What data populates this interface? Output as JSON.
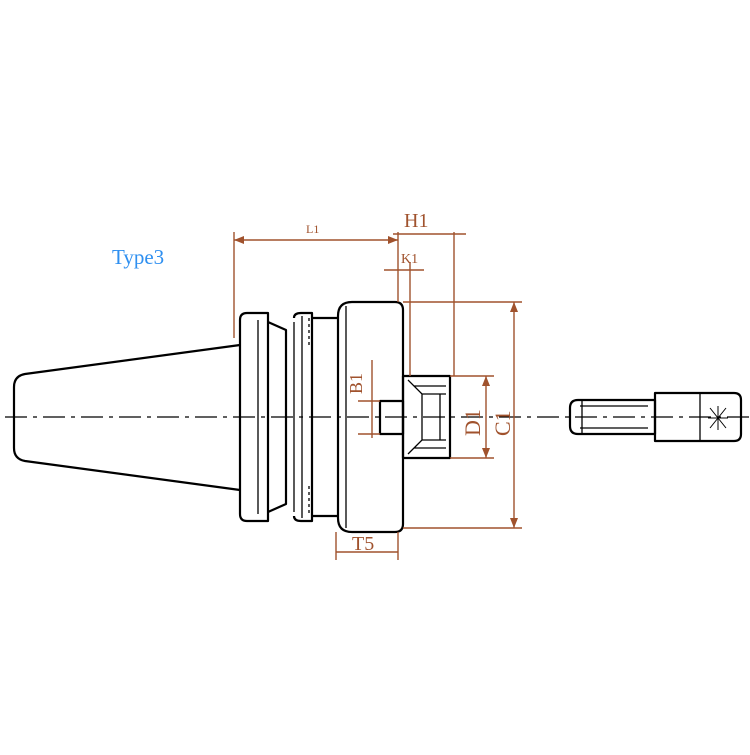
{
  "title": "Type3",
  "colors": {
    "title": "#2e8ff0",
    "dimension": "#a0522d",
    "outline": "#000000",
    "background": "#ffffff"
  },
  "dimensions": {
    "l1": "L1",
    "h1": "H1",
    "k1": "K1",
    "b1": "B1",
    "d1": "D1",
    "c1": "C1",
    "t5": "T5"
  }
}
